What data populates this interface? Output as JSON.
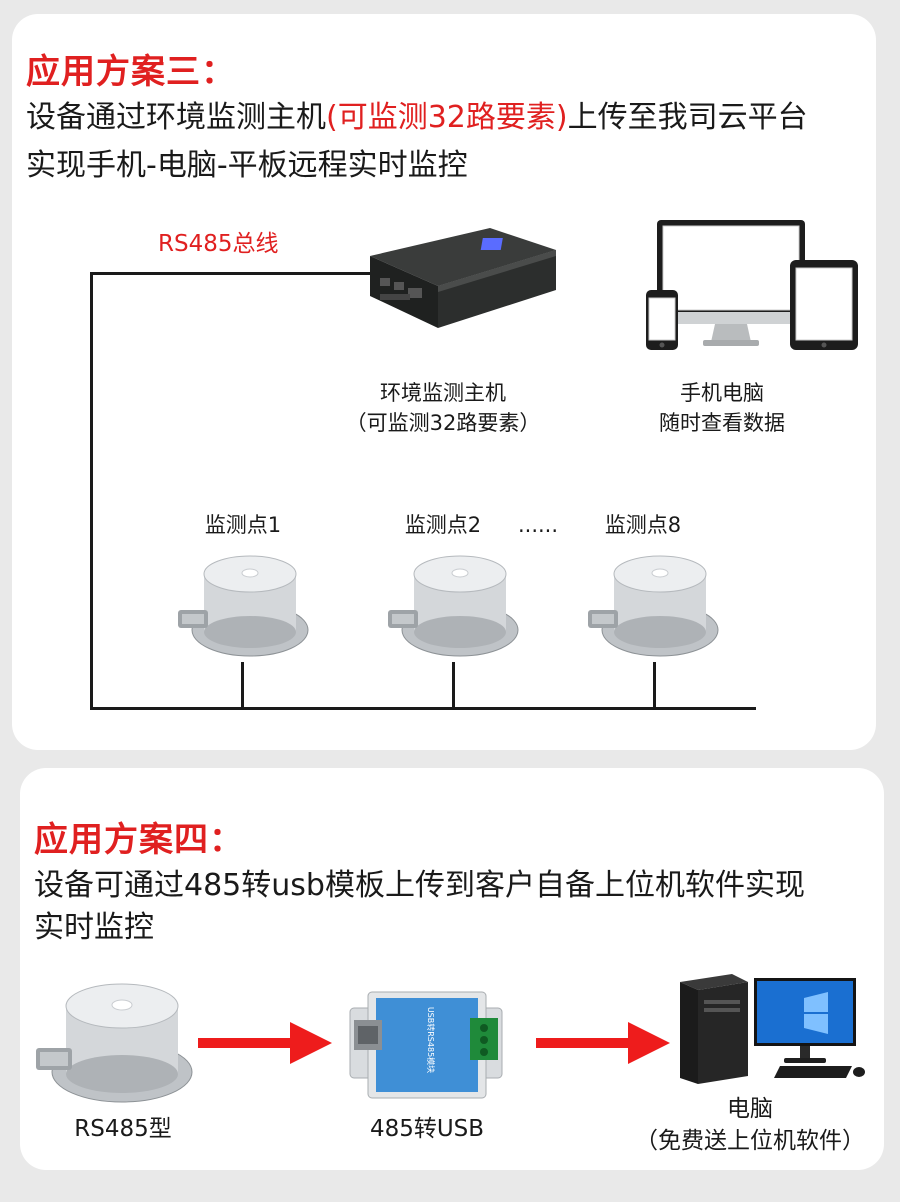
{
  "plan3": {
    "title": "应用方案三：",
    "desc_part1": "设备通过环境监测主机",
    "desc_highlight": "(可监测32路要素)",
    "desc_part2": "上传至我司云平台",
    "desc_line2": "实现手机-电脑-平板远程实时监控",
    "bus_label": "RS485总线",
    "host_label_line1": "环境监测主机",
    "host_label_line2": "（可监测32路要素）",
    "devices_label_line1": "手机电脑",
    "devices_label_line2": "随时查看数据",
    "points": [
      "监测点1",
      "监测点2",
      "监测点8"
    ],
    "ellipsis": "......"
  },
  "plan4": {
    "title": "应用方案四：",
    "desc_line1": "设备可通过485转usb模板上传到客户自备上位机软件实现",
    "desc_line2": "实时监控",
    "sensor_label": "RS485型",
    "converter_label": "485转USB",
    "pc_label_line1": "电脑",
    "pc_label_line2": "（免费送上位机软件）",
    "converter_text": "USB转RS485模块"
  },
  "colors": {
    "accent_red": "#e02020",
    "arrow_red": "#ee1c1c",
    "card_bg": "#ffffff",
    "page_bg": "#e9e9e9",
    "converter_blue": "#3f8fd6",
    "terminal_green": "#1f8a3a"
  },
  "icons": [
    "host-device-icon",
    "monitor-icon",
    "tablet-icon",
    "phone-icon",
    "sensor-icon",
    "converter-module-icon",
    "pc-tower-icon",
    "keyboard-icon",
    "mouse-icon",
    "arrow-right-icon"
  ]
}
